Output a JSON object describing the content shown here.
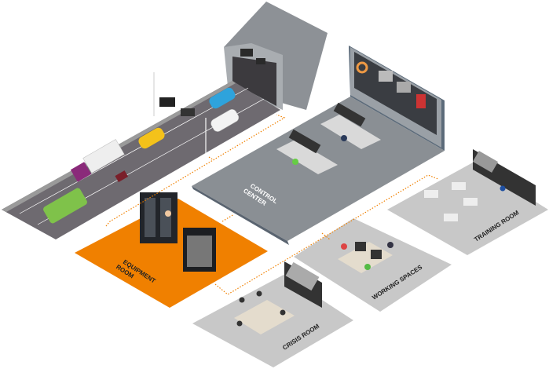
{
  "labels": {
    "control_center": [
      "CONTROL",
      "CENTER"
    ],
    "equipment_room": [
      "EQUIPMENT",
      "ROOM"
    ],
    "training_room": "TRAINING ROOM",
    "working_spaces": "WORKING SPACES",
    "crisis_room": "CRISIS ROOM"
  },
  "colors": {
    "accent_orange": "#f08000",
    "floor_dark": "#8a8f94",
    "floor_light": "#c8c8c8",
    "road": "#6e6a70",
    "text_white": "#ffffff",
    "text_dark": "#222222"
  },
  "icons": [
    "tunnel",
    "car",
    "truck",
    "van",
    "motorcycle",
    "server-rack",
    "video-wall",
    "workstation",
    "meeting-table"
  ]
}
